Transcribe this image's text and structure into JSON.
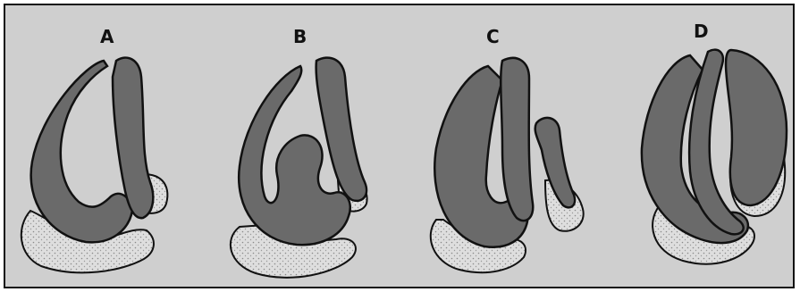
{
  "figure": {
    "panels": [
      {
        "label": "A"
      },
      {
        "label": "B"
      },
      {
        "label": "C"
      },
      {
        "label": "D"
      }
    ]
  },
  "colors": {
    "background": "#cfcfcf",
    "dark_fill": "#6a6a6a",
    "light_fill": "#dedede",
    "outline": "#111111"
  }
}
